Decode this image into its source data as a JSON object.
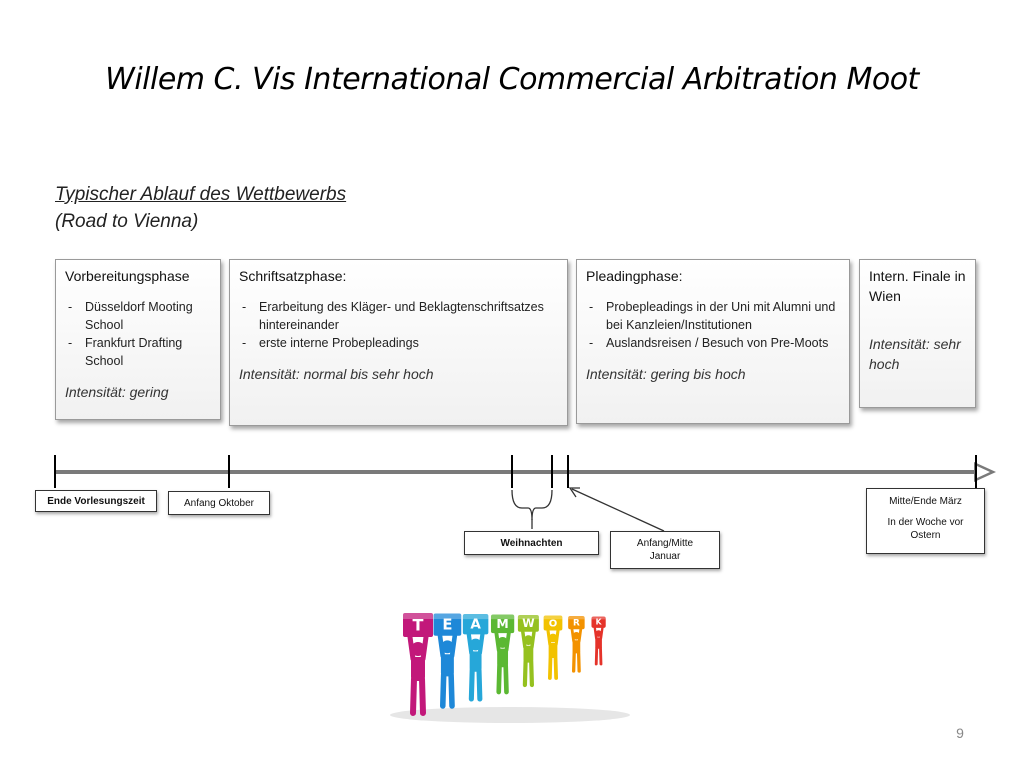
{
  "title": "Willem C. Vis International Commercial Arbitration Moot",
  "subtitle": {
    "line1": "Typischer Ablauf des Wettbewerbs",
    "line2": "(Road to Vienna)"
  },
  "phases": [
    {
      "title": "Vorbereitungsphase",
      "items": [
        "Düsseldorf Mooting School",
        "Frankfurt Drafting School"
      ],
      "intensity": "Intensität: gering"
    },
    {
      "title": "Schriftsatzphase:",
      "items": [
        "Erarbeitung des Kläger- und Beklagtenschriftsatzes hintereinander",
        "erste interne Probepleadings"
      ],
      "intensity": "Intensität: normal bis sehr hoch"
    },
    {
      "title": "Pleadingphase:",
      "items": [
        "Probepleadings in der Uni mit Alumni und bei Kanzleien/Institutionen",
        "Auslandsreisen / Besuch von Pre-Moots"
      ],
      "intensity": "Intensität: gering bis hoch"
    },
    {
      "title": "Intern. Finale in Wien",
      "items": [],
      "intensity": "Intensität: sehr hoch"
    }
  ],
  "timeline_labels": {
    "ende_vorlesungszeit": "Ende Vorlesungszeit",
    "anfang_oktober": "Anfang Oktober",
    "weihnachten": "Weihnachten",
    "anfang_mitte_januar_1": "Anfang/Mitte",
    "anfang_mitte_januar_2": "Januar",
    "mitte_ende_maerz": "Mitte/Ende März",
    "woche_vor_ostern_1": "In der Woche vor",
    "woche_vor_ostern_2": "Ostern"
  },
  "teamwork_letters": [
    "T",
    "E",
    "A",
    "M",
    "W",
    "O",
    "R",
    "K"
  ],
  "teamwork_colors": [
    "#c2187a",
    "#1e88d8",
    "#26a7d9",
    "#5bb833",
    "#95c11f",
    "#f2c200",
    "#f39200",
    "#e5332a"
  ],
  "page_number": "9"
}
